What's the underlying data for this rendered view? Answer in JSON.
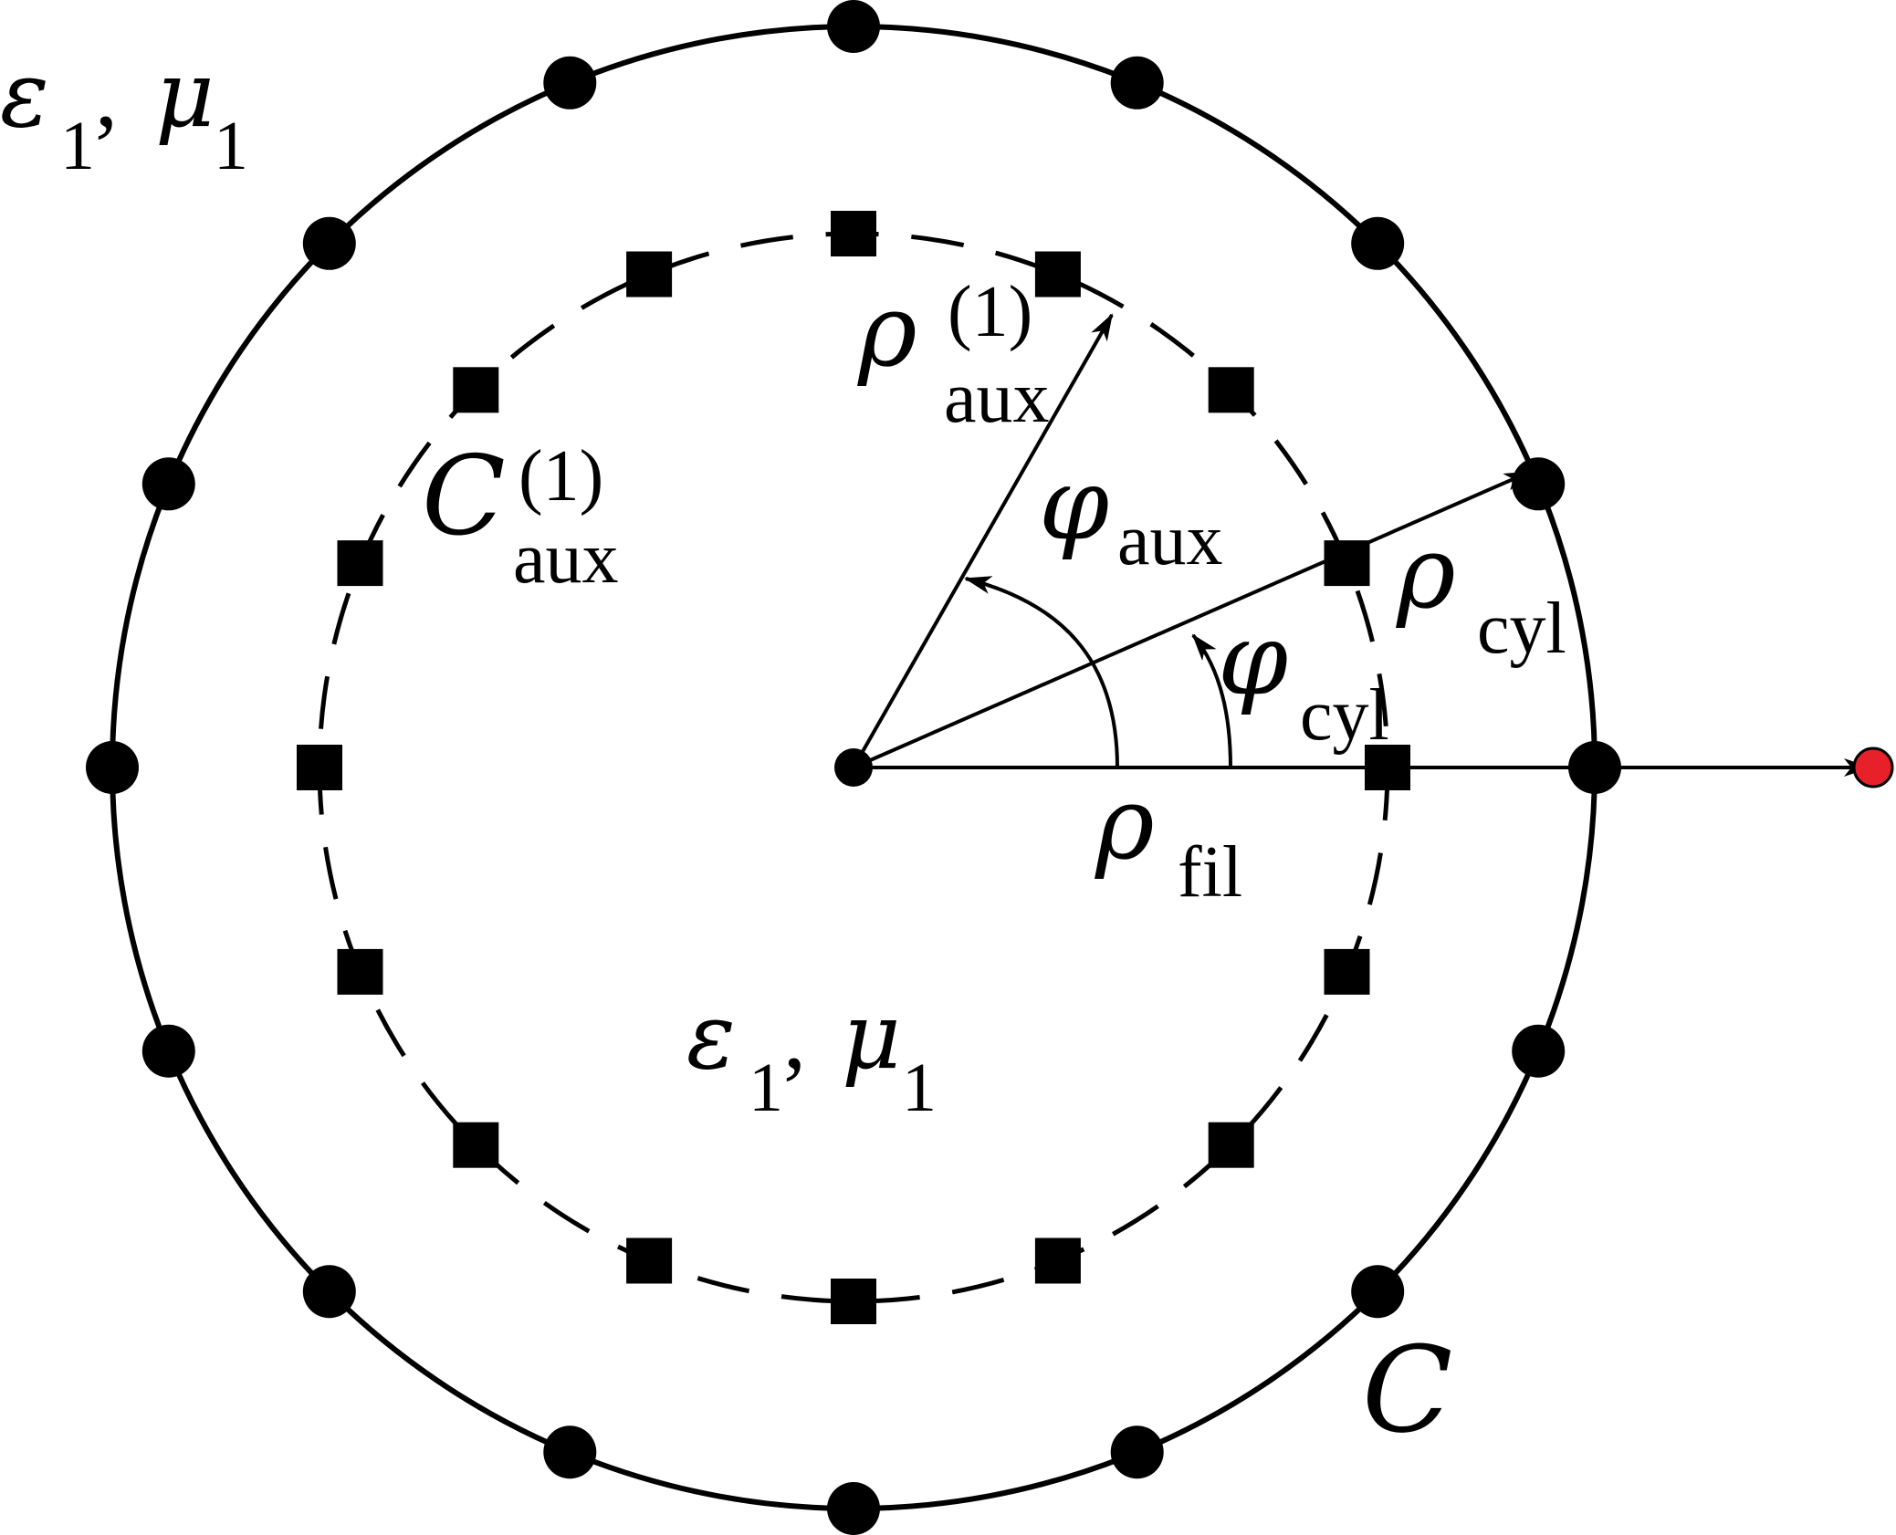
{
  "labels": {
    "outer_medium": {
      "eps": "ε",
      "eps_sub": "1",
      "sep": ",",
      "mu": "μ",
      "mu_sub": "1"
    },
    "inner_medium": {
      "eps": "ε",
      "eps_sub": "1",
      "sep": ",",
      "mu": "μ",
      "mu_sub": "1"
    },
    "rho_aux": {
      "sym": "ρ",
      "sup": "(1)",
      "sub": "aux"
    },
    "c_aux": {
      "sym": "C",
      "sup": "(1)",
      "sub": "aux"
    },
    "phi_aux": {
      "sym": "φ",
      "sub": "aux"
    },
    "rho_cyl": {
      "sym": "ρ",
      "sub": "cyl"
    },
    "phi_cyl": {
      "sym": "φ",
      "sub": "cyl"
    },
    "rho_fil": {
      "sym": "ρ",
      "sub": "fil"
    },
    "contour": {
      "sym": "C"
    }
  },
  "colors": {
    "stroke": "#000000",
    "filament_point": "#e8202a"
  }
}
